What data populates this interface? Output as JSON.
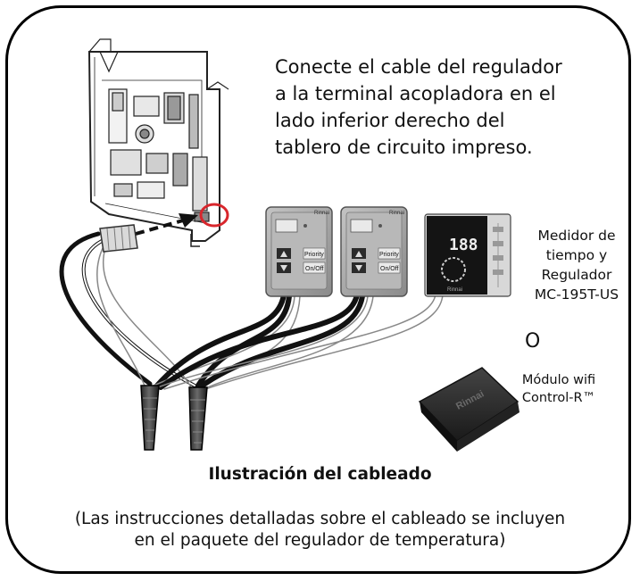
{
  "instruction_lines": [
    "Conecte el cable del regulador",
    "a la terminal acopladora en el",
    "lado inferior derecho del",
    "tablero de circuito impreso."
  ],
  "timer_label_lines": [
    "Medidor de",
    "tiempo y",
    "Regulador",
    "MC-195T-US"
  ],
  "or_label": "O",
  "wifi_label_lines": [
    "Módulo wifi",
    "Control-R™"
  ],
  "caption": "Ilustración del cableado",
  "footnote_lines": [
    "(Las instrucciones detalladas sobre el cableado se incluyen",
    "en el paquete del regulador de temperatura)"
  ],
  "controller": {
    "brand": "Rinnai",
    "priority_label": "Priority",
    "onoff_label": "On/Off",
    "display_value": "188"
  },
  "wifi_module_brand": "Rinnai",
  "colors": {
    "highlight": "#d8262c",
    "cable": "#111111",
    "panel": "#9a9a9a"
  }
}
